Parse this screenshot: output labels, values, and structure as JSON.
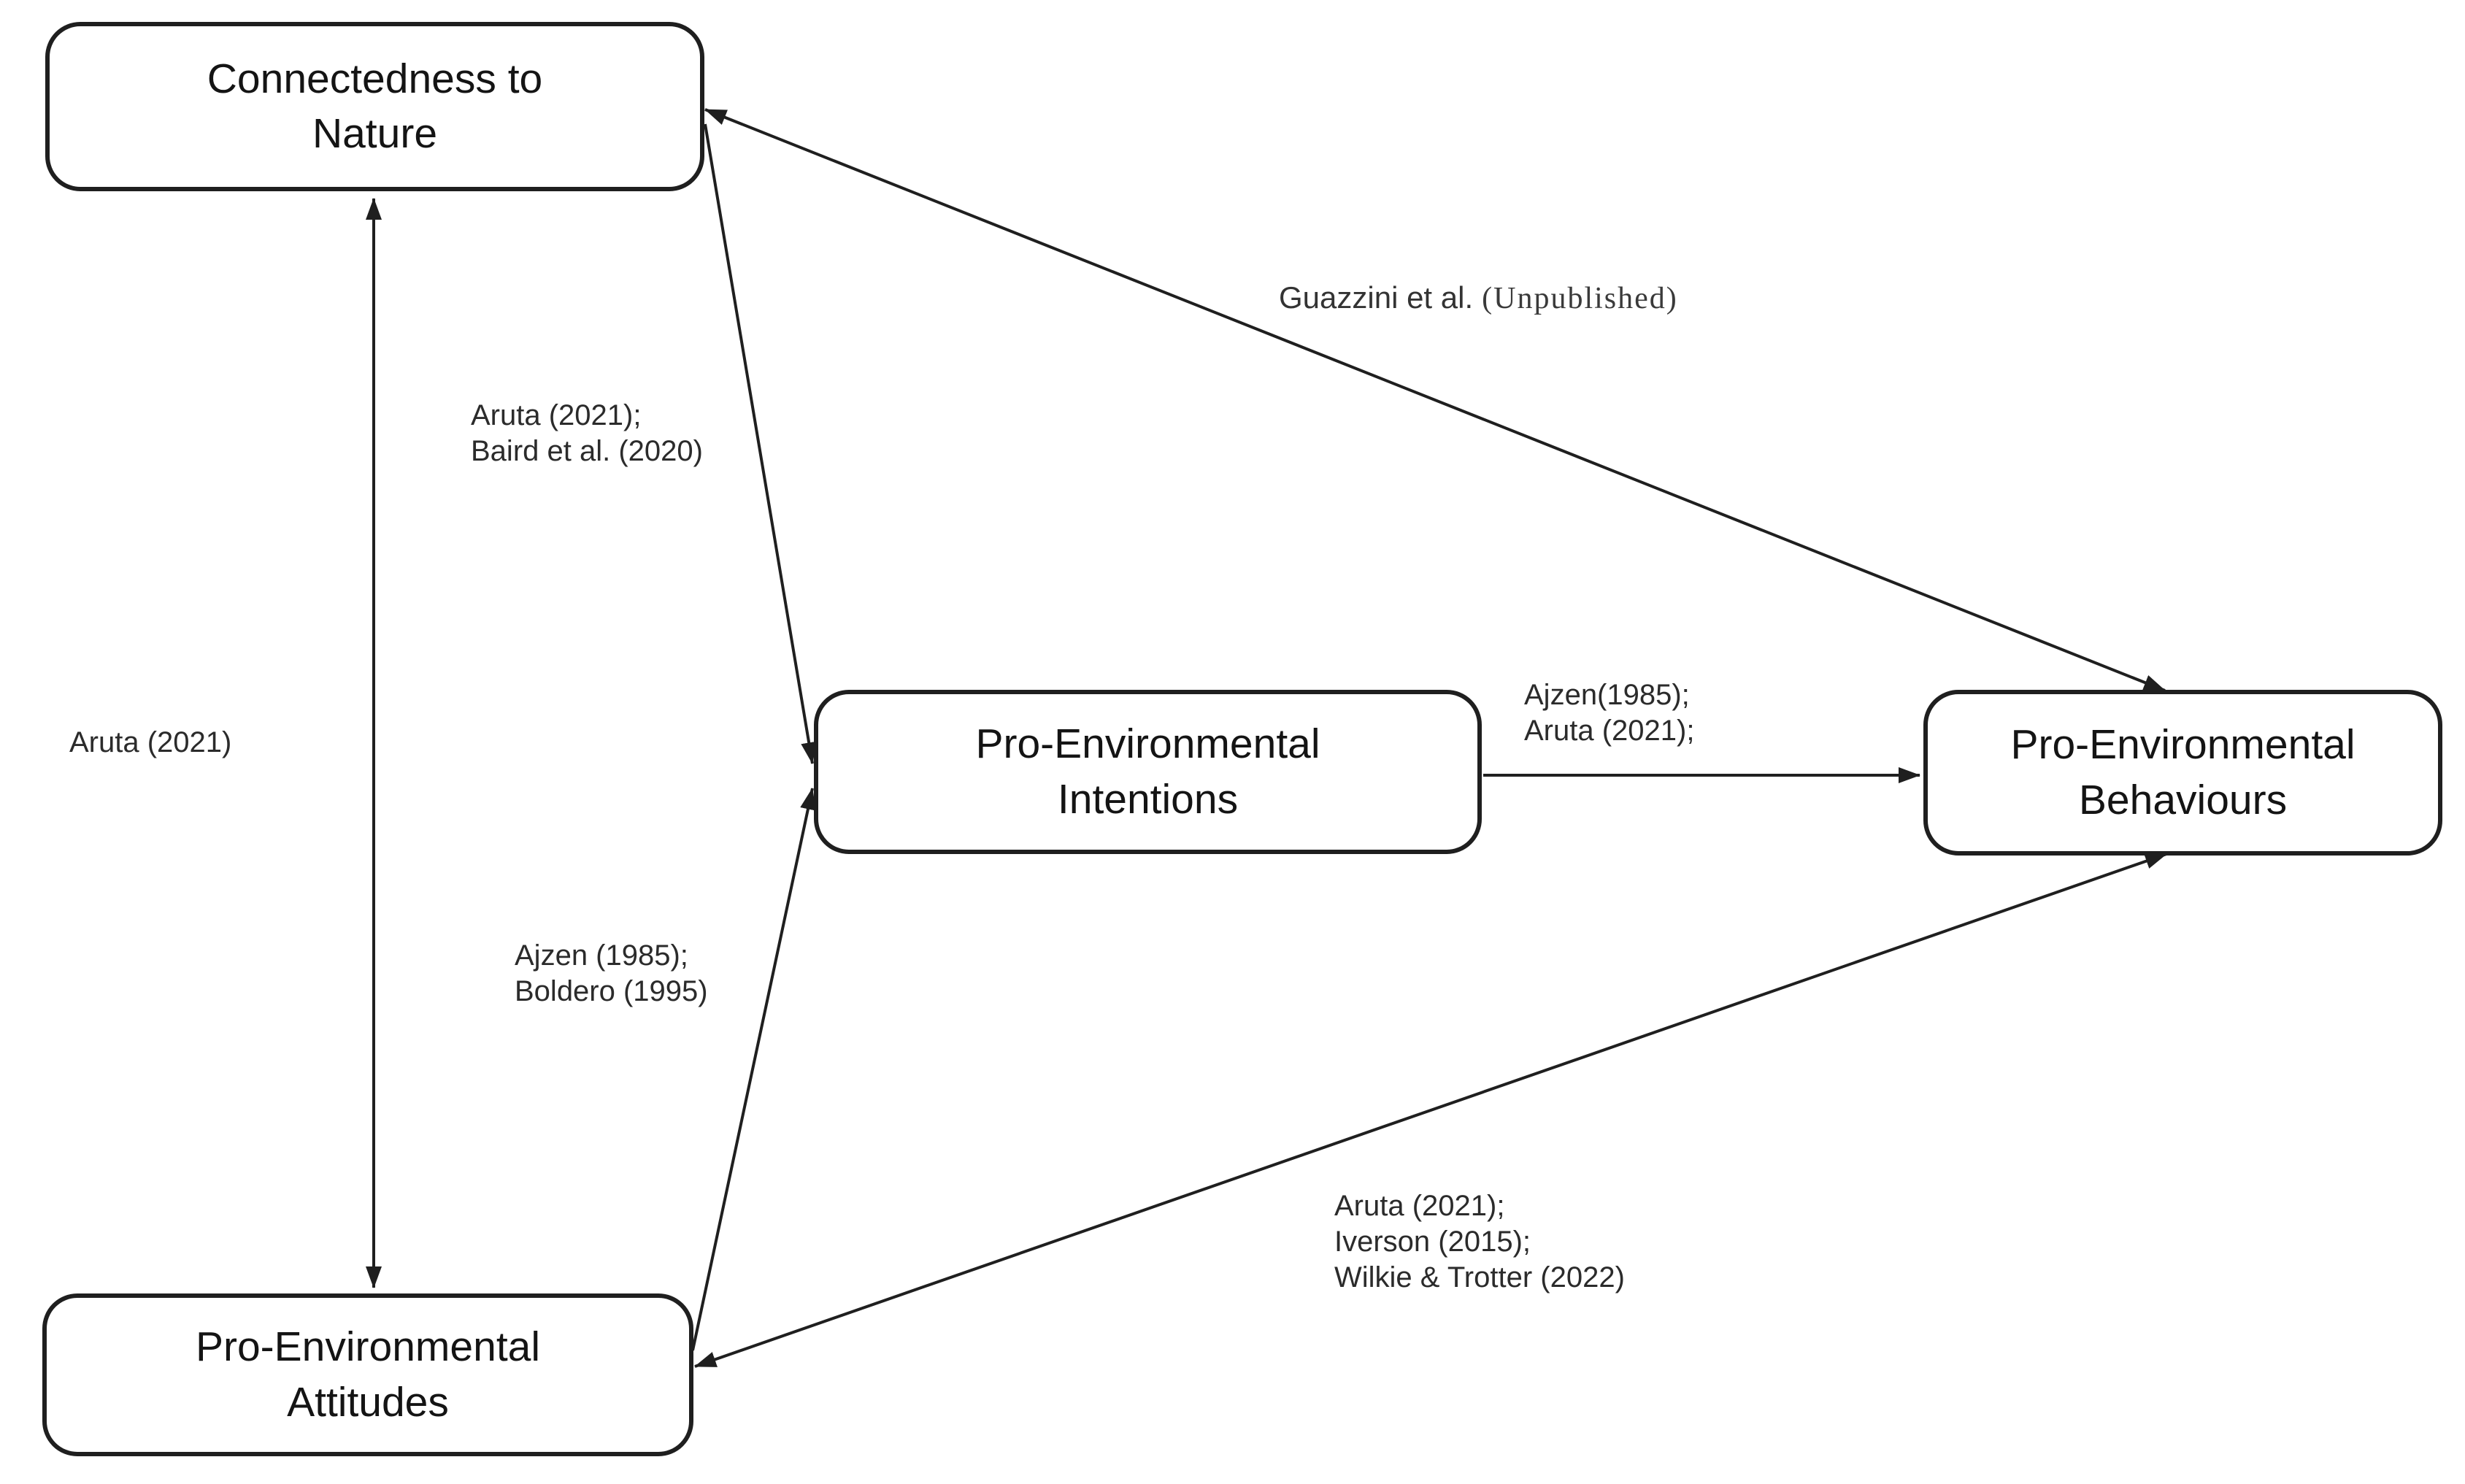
{
  "figure": {
    "background": "#ffffff",
    "line_color": "#1f1f1f",
    "description": "Conceptual model linking connectedness to nature, pro-environmental attitudes, intentions and behaviours, with supporting citations on each path"
  },
  "nodes": {
    "connectedness": {
      "label": "Connectedness to\nNature"
    },
    "intentions": {
      "label": "Pro-Environmental\nIntentions"
    },
    "behaviours": {
      "label": "Pro-Environmental\nBehaviours"
    },
    "attitudes": {
      "label": "Pro-Environmental\nAttitudes"
    }
  },
  "edges": {
    "connectedness_attitudes": {
      "label": "Aruta (2021)",
      "direction": "bidirectional"
    },
    "connectedness_intentions": {
      "label": "Aruta (2021);\nBaird et al. (2020)",
      "direction": "connectedness-to-intentions"
    },
    "attitudes_intentions": {
      "label": "Ajzen (1985);\nBoldero (1995)",
      "direction": "attitudes-to-intentions"
    },
    "intentions_behaviours": {
      "label": "Ajzen(1985);\nAruta (2021);",
      "direction": "intentions-to-behaviours"
    },
    "connectedness_behaviours": {
      "label_sans": "Guazzini et al.",
      "label_serif": "(Unpublished)",
      "direction": "bidirectional"
    },
    "attitudes_behaviours": {
      "label": "Aruta (2021);\nIverson (2015);\nWilkie & Trotter (2022)",
      "direction": "bidirectional"
    }
  }
}
